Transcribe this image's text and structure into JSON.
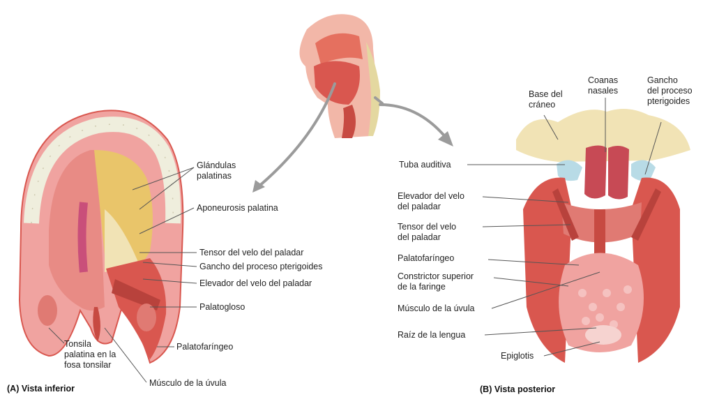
{
  "panel_a": {
    "caption": "(A) Vista inferior",
    "labels": {
      "glandulas": [
        "Glándulas",
        "palatinas"
      ],
      "aponeurosis": "Aponeurosis palatina",
      "tensor": "Tensor del velo del paladar",
      "gancho": "Gancho del proceso pterigoides",
      "elevador": "Elevador del velo del paladar",
      "palatogloso": "Palatogloso",
      "palatofaringeo": "Palatofaríngeo",
      "tonsila": [
        "Tonsila",
        "palatina en la",
        "fosa tonsilar"
      ],
      "musculo_uvula": "Músculo de la úvula"
    }
  },
  "panel_b": {
    "caption": "(B) Vista posterior",
    "labels": {
      "base_craneo": [
        "Base del",
        "cráneo"
      ],
      "coanas": [
        "Coanas",
        "nasales"
      ],
      "gancho": [
        "Gancho",
        "del proceso",
        "pterigoides"
      ],
      "tuba": "Tuba auditiva",
      "elevador": [
        "Elevador del velo",
        "del paladar"
      ],
      "tensor": [
        "Tensor del velo",
        "del paladar"
      ],
      "palatofaringeo": "Palatofaríngeo",
      "constrictor": [
        "Constrictor superior",
        "de la faringe"
      ],
      "musculo_uvula": "Músculo de la úvula",
      "raiz_lengua": "Raíz de la lengua",
      "epiglotis": "Epiglotis"
    }
  },
  "colors": {
    "muscle": "#d9574f",
    "muscle_dark": "#b8423c",
    "mucosa": "#f0a3a0",
    "bone": "#f1e3b5",
    "gland": "#e9c56a",
    "cartilage": "#b8dbe6",
    "teeth": "#efeedd",
    "arrow": "#9b9b9b",
    "leader": "#555555"
  }
}
